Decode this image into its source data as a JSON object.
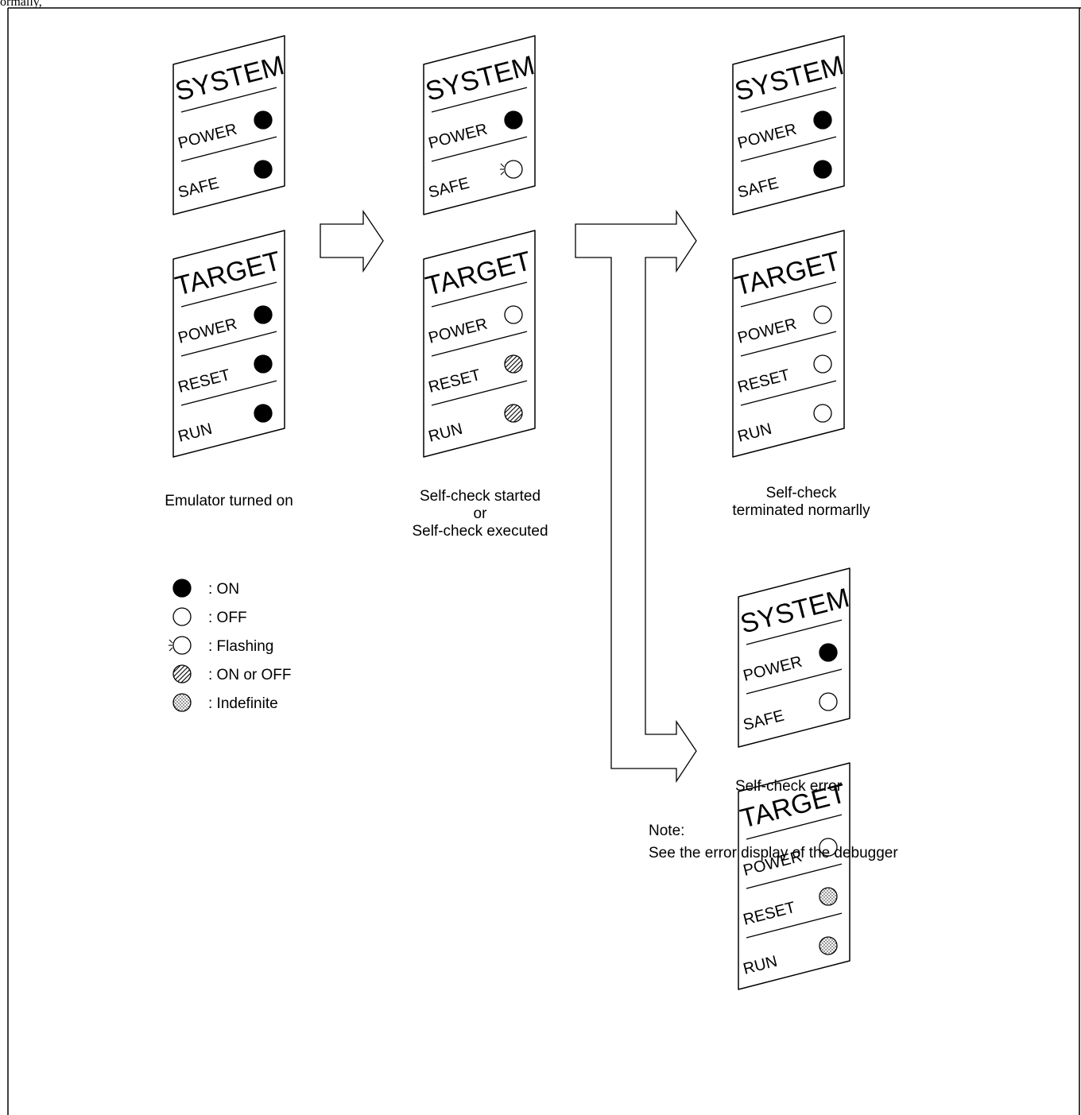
{
  "header_fragment": "ormally,",
  "stages": [
    {
      "caption_lines": [
        "Emulator turned on"
      ],
      "system": {
        "title": "SYSTEM",
        "leds": [
          {
            "label": "POWER",
            "state": "on"
          },
          {
            "label": "SAFE",
            "state": "on"
          }
        ]
      },
      "target": {
        "title": "TARGET",
        "leds": [
          {
            "label": "POWER",
            "state": "on"
          },
          {
            "label": "RESET",
            "state": "on"
          },
          {
            "label": "RUN",
            "state": "on"
          }
        ]
      }
    },
    {
      "caption_lines": [
        "Self-check started",
        "or",
        "Self-check executed"
      ],
      "system": {
        "title": "SYSTEM",
        "leds": [
          {
            "label": "POWER",
            "state": "on"
          },
          {
            "label": "SAFE",
            "state": "flashing"
          }
        ]
      },
      "target": {
        "title": "TARGET",
        "leds": [
          {
            "label": "POWER",
            "state": "off"
          },
          {
            "label": "RESET",
            "state": "on-or-off"
          },
          {
            "label": "RUN",
            "state": "on-or-off"
          }
        ]
      }
    },
    {
      "caption_lines": [
        "Self-check",
        "terminated normarlly"
      ],
      "system": {
        "title": "SYSTEM",
        "leds": [
          {
            "label": "POWER",
            "state": "on"
          },
          {
            "label": "SAFE",
            "state": "on"
          }
        ]
      },
      "target": {
        "title": "TARGET",
        "leds": [
          {
            "label": "POWER",
            "state": "off"
          },
          {
            "label": "RESET",
            "state": "off"
          },
          {
            "label": "RUN",
            "state": "off"
          }
        ]
      }
    },
    {
      "caption_lines": [
        "Self-check error"
      ],
      "system": {
        "title": "SYSTEM",
        "leds": [
          {
            "label": "POWER",
            "state": "on"
          },
          {
            "label": "SAFE",
            "state": "off"
          }
        ]
      },
      "target": {
        "title": "TARGET",
        "leds": [
          {
            "label": "POWER",
            "state": "off"
          },
          {
            "label": "RESET",
            "state": "indefinite"
          },
          {
            "label": "RUN",
            "state": "indefinite"
          }
        ]
      }
    }
  ],
  "legend": [
    {
      "state": "on",
      "label": ": ON"
    },
    {
      "state": "off",
      "label": ": OFF"
    },
    {
      "state": "flashing",
      "label": ": Flashing"
    },
    {
      "state": "on-or-off",
      "label": ": ON or OFF"
    },
    {
      "state": "indefinite",
      "label": ": Indefinite"
    }
  ],
  "note": {
    "title": "Note:",
    "text": "See the error display of the debugger"
  }
}
